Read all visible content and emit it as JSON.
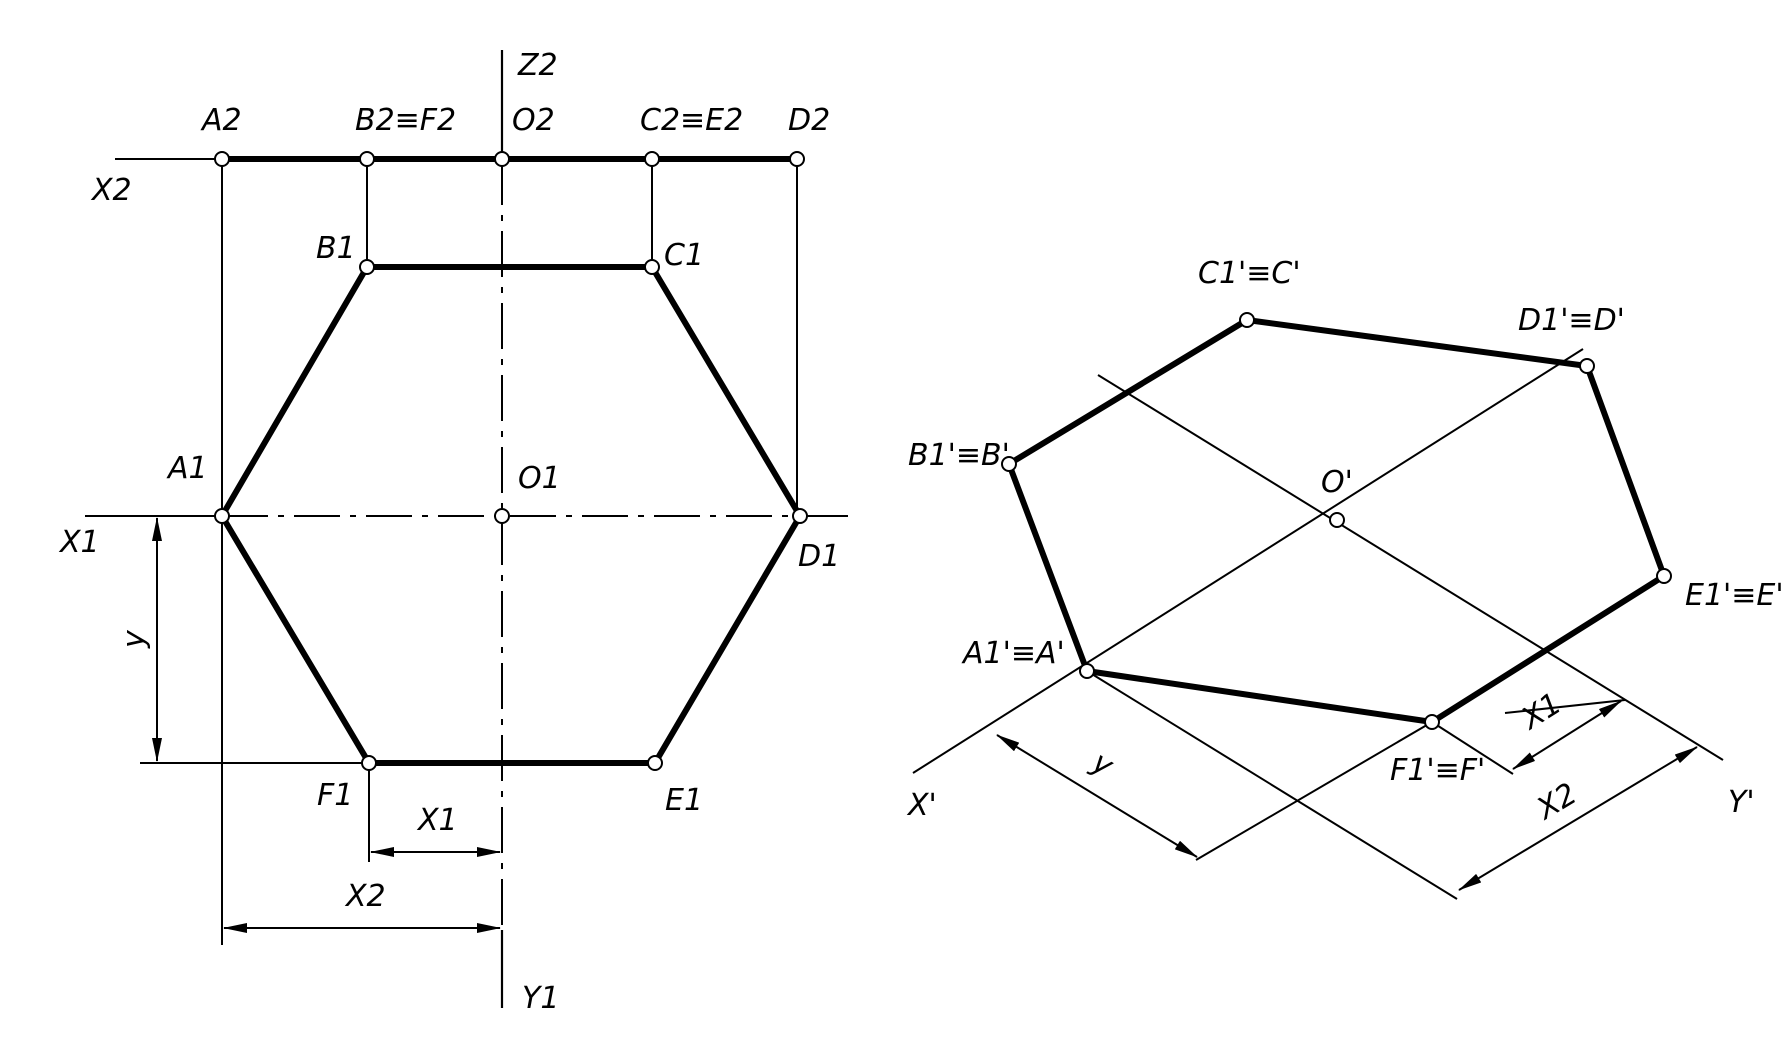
{
  "ortho": {
    "frontal": {
      "axis_x": "X2",
      "axis_z": "Z2",
      "A": "A2",
      "BF": "B2≡F2",
      "O": "O2",
      "CE": "C2≡E2",
      "D": "D2"
    },
    "plan": {
      "axis_x": "X1",
      "axis_y": "Y1",
      "A": "A1",
      "B": "B1",
      "C": "C1",
      "D": "D1",
      "E": "E1",
      "F": "F1",
      "O": "O1"
    },
    "dims": {
      "y": "y",
      "x1": "X1",
      "x2": "X2"
    }
  },
  "iso": {
    "axis_x": "X'",
    "axis_y": "Y'",
    "O": "O'",
    "A": "A1'≡A'",
    "B": "B1'≡B'",
    "C": "C1'≡C'",
    "D": "D1'≡D'",
    "E": "E1'≡E'",
    "F": "F1'≡F'",
    "dims": {
      "y": "y",
      "x1": "X1",
      "x2": "X2"
    }
  }
}
